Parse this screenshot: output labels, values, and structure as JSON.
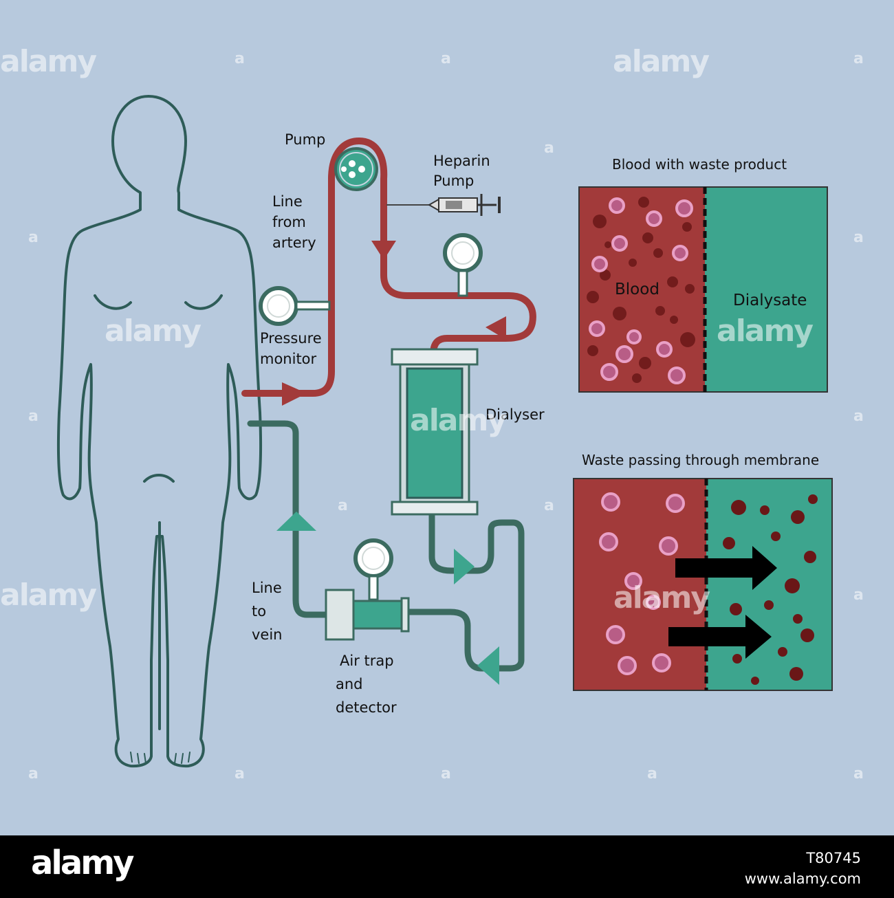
{
  "labels": {
    "pump": "Pump",
    "heparin_line1": "Heparin",
    "heparin_line2": "Pump",
    "line_from_artery": [
      "Line",
      "from",
      "artery"
    ],
    "pressure_monitor": [
      "Pressure",
      "monitor"
    ],
    "dialyser": "Dialyser",
    "line_to_vein": [
      "Line",
      "to",
      "vein"
    ],
    "air_trap": [
      "Air trap",
      "and",
      "detector"
    ]
  },
  "panel_top": {
    "title": "Blood with waste product",
    "left_label": "Blood",
    "right_label": "Dialysate"
  },
  "panel_bottom": {
    "title": "Waste passing through membrane"
  },
  "watermark": {
    "brand": "alamy",
    "a": "a"
  },
  "footer": {
    "brand": "alamy",
    "image_id": "T80745",
    "site": "www.alamy.com"
  },
  "colors": {
    "background": "#b7c9dd",
    "blood": "#a23a3a",
    "blood_dark": "#6a1717",
    "dialysate": "#3da58e",
    "venous_line": "#3b6b60",
    "outline": "#2e5c58",
    "cell_pink": "#e9a0c6"
  }
}
